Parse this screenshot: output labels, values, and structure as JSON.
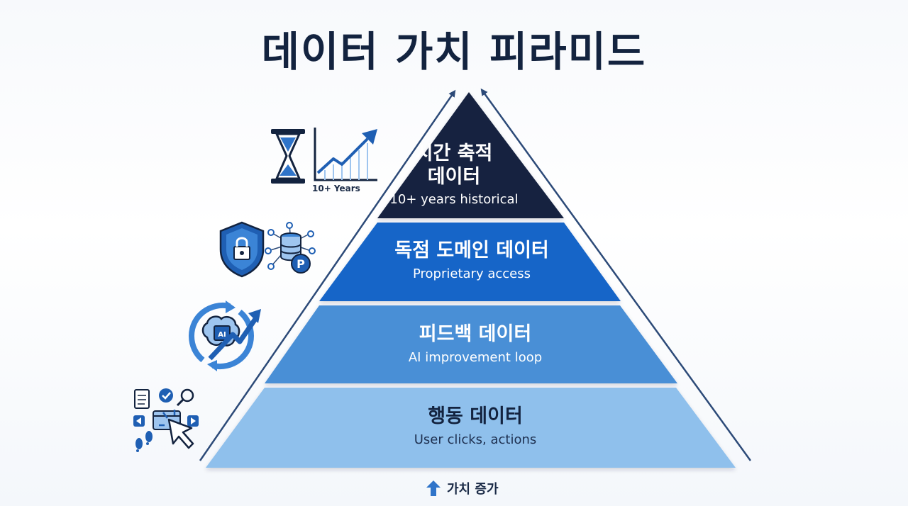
{
  "title": "데이터 가치 피라미드",
  "levels": [
    {
      "title": "행동 데이터",
      "subtitle": "User clicks, actions",
      "color": "#8fc0ec"
    },
    {
      "title": "피드백 데이터",
      "subtitle": "AI improvement loop",
      "color": "#4a8fd6"
    },
    {
      "title": "독점 도메인 데이터",
      "subtitle": "Proprietary access",
      "color": "#1565c8"
    },
    {
      "title_line1": "시간 축적",
      "title_line2": "데이터",
      "subtitle": "10+ years historical",
      "color": "#13233f"
    }
  ],
  "icons": {
    "time": [
      "hourglass-icon",
      "growth-chart-icon"
    ],
    "time_label": "10+ Years",
    "proprietary": [
      "shield-lock-icon",
      "database-network-icon"
    ],
    "feedback": [
      "ai-brain-loop-icon"
    ],
    "behavior": [
      "clickstream-icon",
      "cursor-click-icon",
      "footprints-icon"
    ]
  },
  "footer": {
    "label": "가치 증가",
    "icon": "up-arrow-icon"
  }
}
